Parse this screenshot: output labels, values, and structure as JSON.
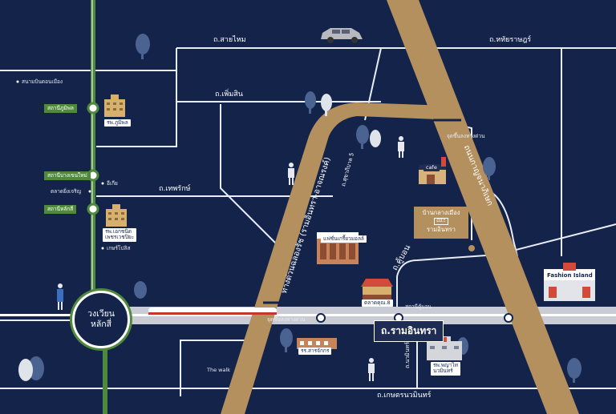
{
  "roads": {
    "sai_mai": "ถ.สายไหม",
    "haruthai": "ถ.หทัยราษฎร์",
    "phum_sin": "ถ.เพิ่มสิน",
    "thepharak": "ถ.เทพรักษ์",
    "sukhapiban5": "ถ.สุขาภิบาล 5",
    "khu_bon": "ถ.คู้บอน",
    "ram_intra": "ถ.รามอินทรา",
    "kanchanaphisek": "ถนนกาญจนาภิเษก",
    "expressway": "ทางด่วนฉลองรัช (รามอินทรา-อาจณรงค์)",
    "ket_nawamin": "ถ.เกษตรนวมินทร์",
    "nawamin": "ถ.นวมินทร์"
  },
  "circle": {
    "line1": "วงเวียน",
    "line2": "หลักสี่"
  },
  "stations": {
    "phahon": "สถานีภูมิพล",
    "bang_khen": "สถานีบางเขนใหม่",
    "lak_si": "สถานีหลักสี่",
    "khu_bon": "สถานีคู้บอน"
  },
  "places": {
    "don_mueang": "สนามบินดอนเมือง",
    "bhumibol_hosp": "รพ.ภูมิพล",
    "ikea": "อีเกีย",
    "bang_khen_market": "ตลาดยิ่งเจริญ",
    "sailom": "เกษร์โปลิส",
    "siriraj_hosp_l1": "รพ.เอกชนิด",
    "siriraj_hosp_l2": "เพชรเวชปิยะ",
    "pink_mall": "แฟชั่นเกรี้ยวมอลล์",
    "market": "ตลาดคุณ.8",
    "school": "รร.สารจักกร",
    "the_walk": "The walk",
    "hospital_l1": "รพ.พญาไท",
    "hospital_l2": "นวมินทร์",
    "cafe": "cafe",
    "fashion": "Fashion Island",
    "expressway_gate": "จุดขึ้นลงทางด่วน",
    "expressway_gate2": "จุดขึ้นลงทางด่วน"
  },
  "callout": {
    "line1": "บ้านกลางเมือง",
    "logo": "ΩΣΞ",
    "line2": "รามอินทรา"
  }
}
